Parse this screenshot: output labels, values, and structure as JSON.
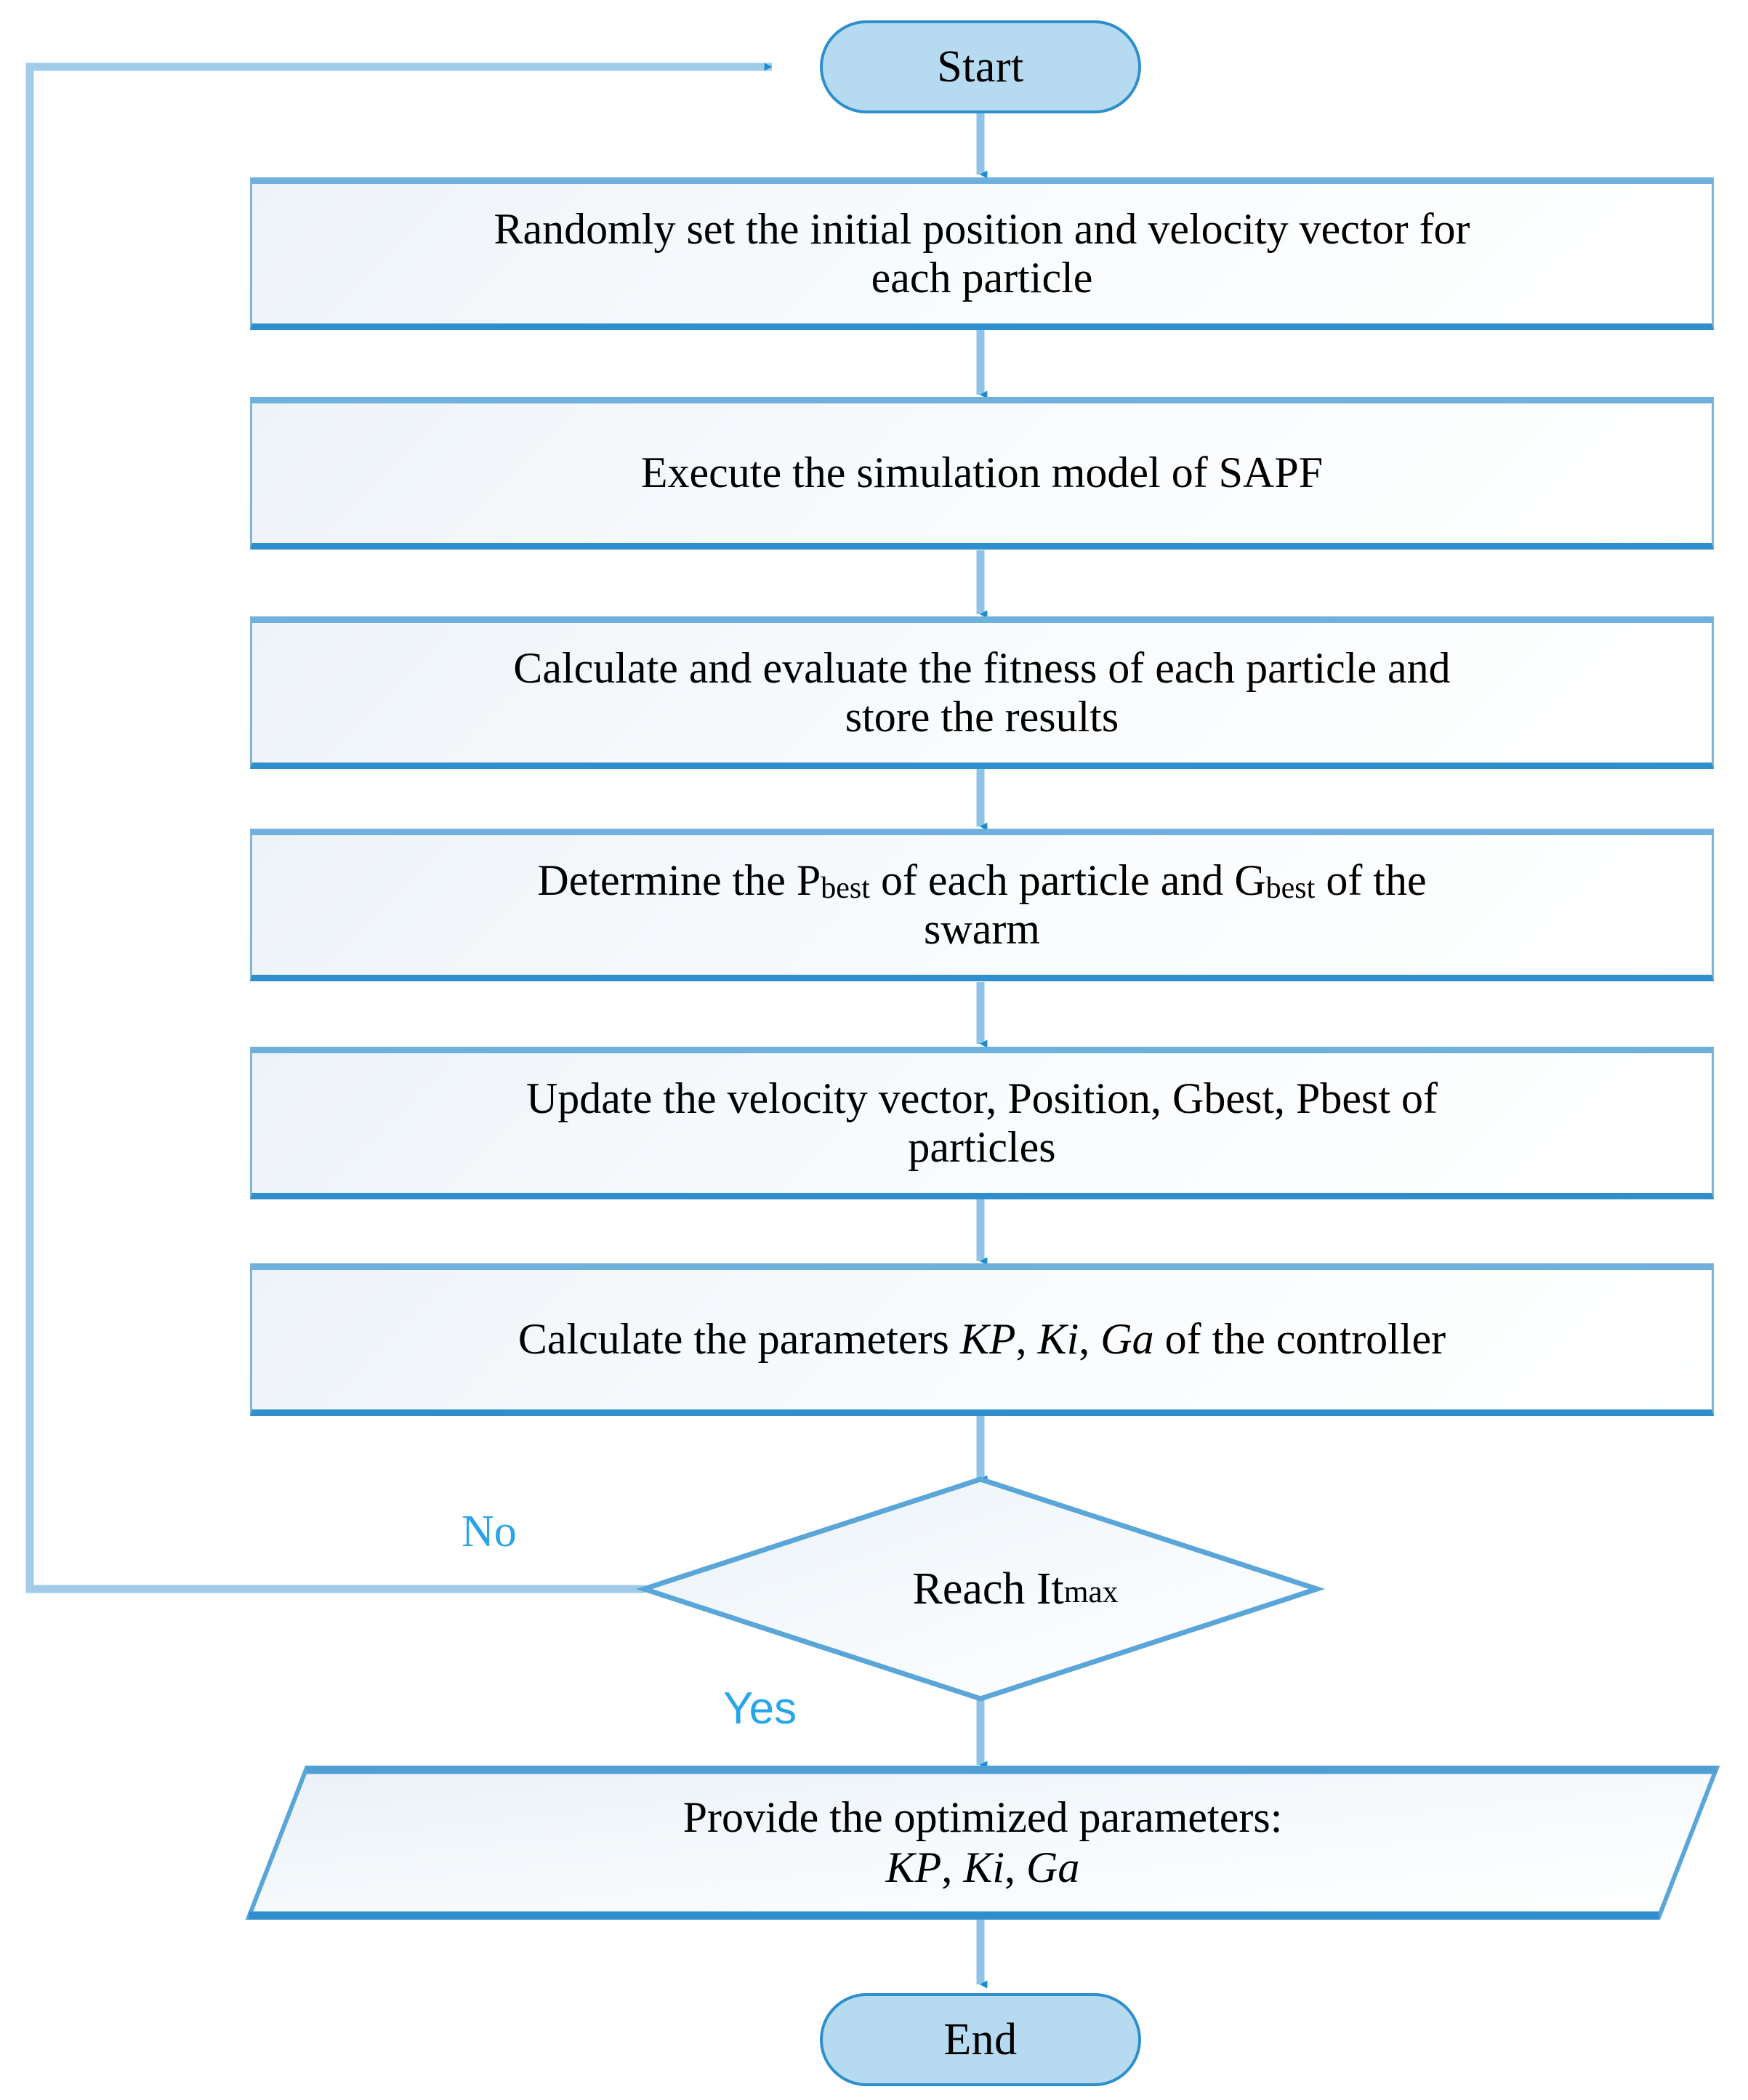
{
  "diagram": {
    "type": "flowchart",
    "title": "PSO tuning procedure for SAPF controller",
    "colors": {
      "node_fill_terminator": "#b6daf0",
      "node_fill_process": "#f3f7fb",
      "node_fill_decision": "#f2f6fa",
      "border": "#2e8fcc",
      "border_light": "#7fb3d8",
      "connector": "#8fc4e8",
      "arrowhead": "#1a8ecc",
      "label_text": "#29a6ea",
      "body_text": "#000000"
    }
  },
  "nodes": {
    "start": {
      "shape": "terminator",
      "label": "Start"
    },
    "init": {
      "shape": "process",
      "line1": "Randomly set the initial position and velocity vector for",
      "line2": "each particle"
    },
    "execute": {
      "shape": "process",
      "line1": "Execute the simulation model of SAPF"
    },
    "fitness": {
      "shape": "process",
      "line1": "Calculate and evaluate the fitness of each particle and",
      "line2": "store the results"
    },
    "determine": {
      "shape": "process",
      "prefix": "Determine the P",
      "sub1": "best",
      "middle": " of each particle and G",
      "sub2": "best",
      "suffix": " of the",
      "line2": "swarm"
    },
    "update": {
      "shape": "process",
      "line1": "Update the velocity vector, Position, Gbest, Pbest of",
      "line2": "particles"
    },
    "calcparams": {
      "shape": "process",
      "prefix": "Calculate the parameters ",
      "param_kp": "KP",
      "sep1": ", ",
      "param_ki": "Ki",
      "sep2": ", ",
      "param_ga": "Ga",
      "suffix": " of the controller"
    },
    "decision": {
      "shape": "decision",
      "label_main": "Reach It",
      "label_sub": "max"
    },
    "output": {
      "shape": "data",
      "line1": "Provide the optimized parameters:",
      "param_kp": "KP",
      "sep1": ", ",
      "param_ki": "Ki",
      "sep2": ", ",
      "param_ga": "Ga"
    },
    "end": {
      "shape": "terminator",
      "label": "End"
    }
  },
  "edges": {
    "no_label": "No",
    "yes_label": "Yes"
  }
}
